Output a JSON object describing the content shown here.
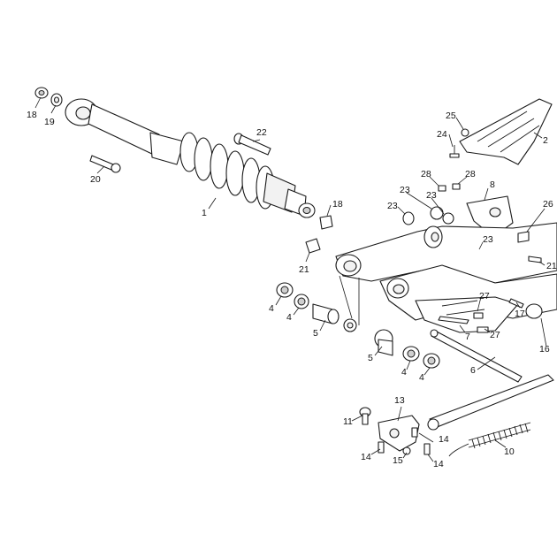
{
  "callouts": [
    {
      "id": "c18a",
      "text": "18"
    },
    {
      "id": "c19",
      "text": "19"
    },
    {
      "id": "c20",
      "text": "20"
    },
    {
      "id": "c1",
      "text": "1"
    },
    {
      "id": "c22",
      "text": "22"
    },
    {
      "id": "c18b",
      "text": "18"
    },
    {
      "id": "c21a",
      "text": "21"
    },
    {
      "id": "c25",
      "text": "25"
    },
    {
      "id": "c24",
      "text": "24"
    },
    {
      "id": "c2",
      "text": "2"
    },
    {
      "id": "c28a",
      "text": "28"
    },
    {
      "id": "c28b",
      "text": "28"
    },
    {
      "id": "c8",
      "text": "8"
    },
    {
      "id": "c23a",
      "text": "23"
    },
    {
      "id": "c23b",
      "text": "23"
    },
    {
      "id": "c23c",
      "text": "23"
    },
    {
      "id": "c23d",
      "text": "23"
    },
    {
      "id": "c26",
      "text": "26"
    },
    {
      "id": "c21b",
      "text": "21"
    },
    {
      "id": "c4a",
      "text": "4"
    },
    {
      "id": "c4b",
      "text": "4"
    },
    {
      "id": "c5a",
      "text": "5"
    },
    {
      "id": "c5b",
      "text": "5"
    },
    {
      "id": "c4c",
      "text": "4"
    },
    {
      "id": "c4d",
      "text": "4"
    },
    {
      "id": "c27a",
      "text": "27"
    },
    {
      "id": "c27b",
      "text": "27"
    },
    {
      "id": "c7",
      "text": "7"
    },
    {
      "id": "c17",
      "text": "17"
    },
    {
      "id": "c16",
      "text": "16"
    },
    {
      "id": "c6",
      "text": "6"
    },
    {
      "id": "c13",
      "text": "13"
    },
    {
      "id": "c11",
      "text": "11"
    },
    {
      "id": "c14a",
      "text": "14"
    },
    {
      "id": "c14b",
      "text": "14"
    },
    {
      "id": "c15",
      "text": "15"
    },
    {
      "id": "c14c",
      "text": "14"
    },
    {
      "id": "c10",
      "text": "10"
    }
  ]
}
